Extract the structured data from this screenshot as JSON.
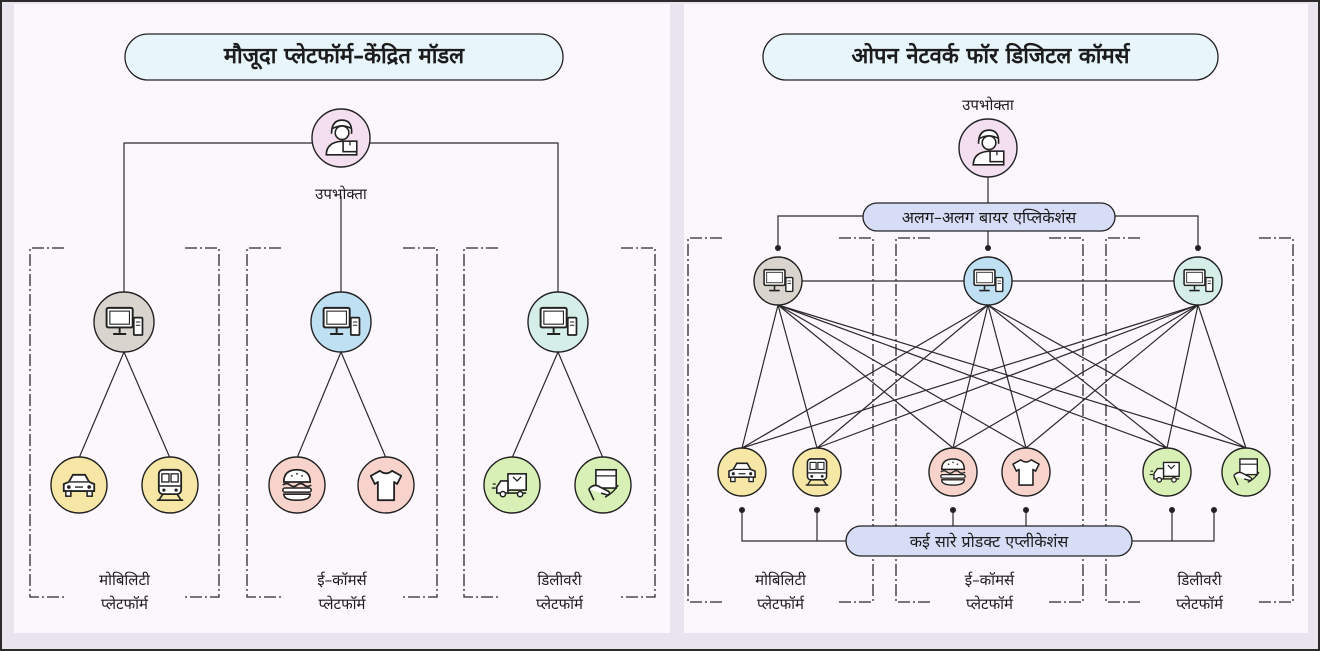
{
  "left": {
    "title": "मौजूदा प्लेटफॉर्म–केंद्रित मॉडल",
    "consumer_label": "उपभोक्ता",
    "platforms": [
      {
        "line1": "मोबिलिटी",
        "line2": "प्लेटफॉर्म"
      },
      {
        "line1": "ई–कॉमर्स",
        "line2": "प्लेटफॉर्म"
      },
      {
        "line1": "डिलीवरी",
        "line2": "प्लेटफॉर्म"
      }
    ]
  },
  "right": {
    "title": "ओपन नेटवर्क फॉर डिजिटल कॉमर्स",
    "consumer_label": "उपभोक्ता",
    "buyer_apps_label": "अलग–अलग बायर एप्लिकेशंस",
    "product_apps_label": "कई सारे प्रोडक्ट एप्लीकेशंस",
    "platforms": [
      {
        "line1": "मोबिलिटी",
        "line2": "प्लेटफॉर्म"
      },
      {
        "line1": "ई–कॉमर्स",
        "line2": "प्लेटफॉर्म"
      },
      {
        "line1": "डिलीवरी",
        "line2": "प्लेटफॉर्म"
      }
    ]
  },
  "colors": {
    "mobility": "#d9d4cd",
    "ecommerce": "#bfe0f2",
    "delivery": "#d5efe8",
    "consumer": "#f4dff0",
    "product_yellow": "#f6e7a6",
    "product_pink": "#f7d3cc",
    "product_green": "#d8f0b5",
    "pill": "#d7ddf6",
    "title_pill": "#e8f5fb"
  },
  "icons": {
    "consumer": "consumer-icon",
    "computer": "computer-icon",
    "car": "car-icon",
    "train": "train-icon",
    "burger": "burger-icon",
    "tshirt": "tshirt-icon",
    "truck": "delivery-truck-icon",
    "parcel": "parcel-handover-icon"
  }
}
